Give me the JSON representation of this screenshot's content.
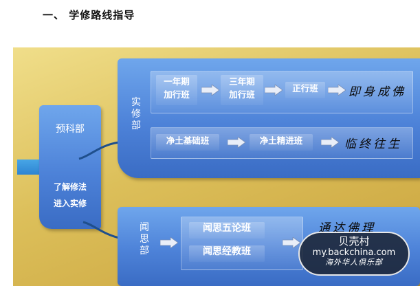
{
  "heading": "一、 学修路线指导",
  "prep": {
    "title": "预科部",
    "line1": "了解修法",
    "line2": "进入实修"
  },
  "practice": {
    "label": [
      "实",
      "修",
      "部"
    ],
    "row1": {
      "box1": [
        "一年期",
        "加行班"
      ],
      "box2": [
        "三年期",
        "加行班"
      ],
      "box3": "正行班",
      "goal": "即身成佛"
    },
    "row2": {
      "box1": "净土基础班",
      "box2": "净土精进班",
      "goal": "临终往生"
    }
  },
  "wensi": {
    "label": [
      "闻",
      "思",
      "部"
    ],
    "box1": "闻思五论班",
    "box2": "闻思经教班",
    "goal": "通达佛理"
  },
  "watermark": {
    "title": "贝壳村",
    "url": "my.backchina.com",
    "subtitle": "海外华人俱乐部"
  },
  "colors": {
    "panel": "#4d82d8",
    "background": "#dcbf5a",
    "arrow": "#2e7fd1"
  }
}
